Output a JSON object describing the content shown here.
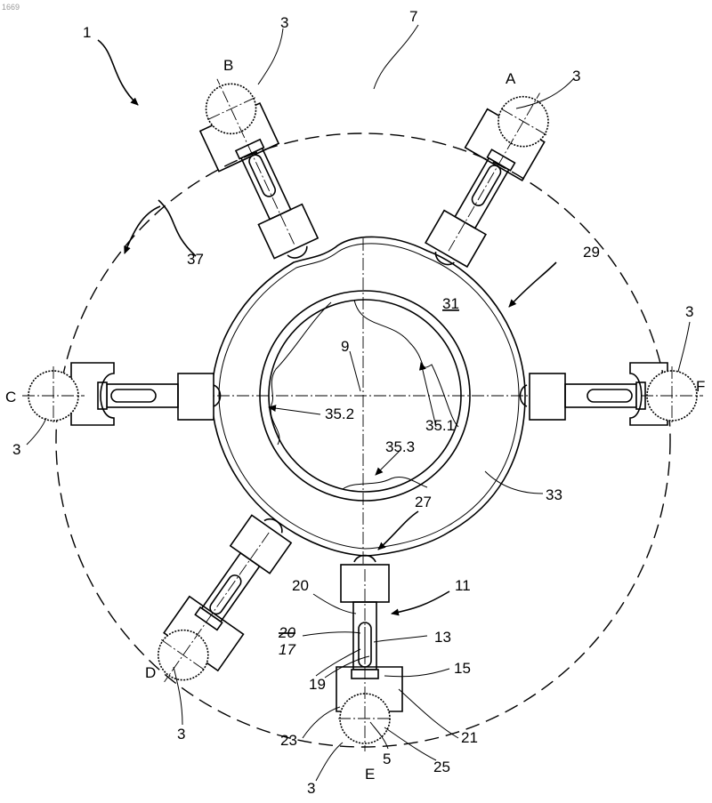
{
  "labels": {
    "corner": "1669",
    "ref_1": "1",
    "ref_7": "7",
    "ref_9": "9",
    "ref_11": "11",
    "ref_13": "13",
    "ref_15": "15",
    "ref_17": "17",
    "ref_19": "19",
    "ref_20a": "20",
    "ref_20b": "20",
    "ref_21": "21",
    "ref_23": "23",
    "ref_25": "25",
    "ref_27": "27",
    "ref_29": "29",
    "ref_31": "31",
    "ref_33": "33",
    "ref_37": "37",
    "ref_5": "5",
    "ref_351": "35.1",
    "ref_352": "35.2",
    "ref_353": "35.3",
    "arm_labels": [
      "A",
      "B",
      "C",
      "D",
      "E",
      "F"
    ],
    "ref_3": "3"
  }
}
